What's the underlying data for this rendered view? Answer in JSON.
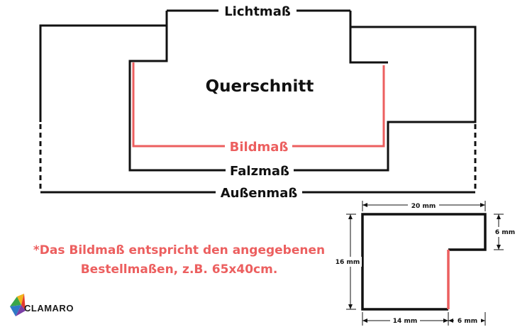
{
  "diagram": {
    "labels": {
      "lichtmass": "Lichtmaß",
      "querschnitt": "Querschnitt",
      "bildmass": "Bildmaß",
      "falzmass": "Falzmaß",
      "aussenmass": "Außenmaß"
    },
    "detail": {
      "width_total": "20 mm",
      "height_total": "16 mm",
      "height_top": "6 mm",
      "width_bottom_left": "14 mm",
      "width_bottom_right": "6 mm"
    },
    "note": {
      "line1": "*Das Bildmaß entspricht den angegebenen",
      "line2": "Bestellmaßen, z.B. 65x40cm."
    },
    "colors": {
      "accent": "#ec5f5f",
      "line": "#111111"
    }
  },
  "brand": {
    "logo": "CLAMARO"
  }
}
